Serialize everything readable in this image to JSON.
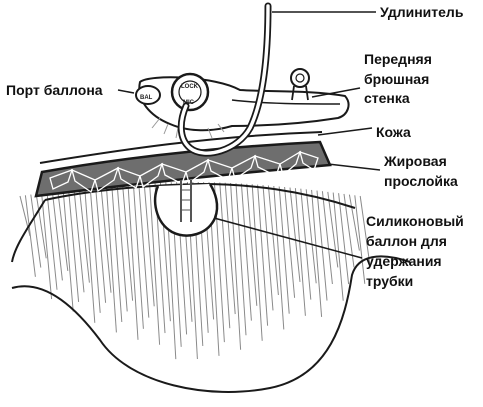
{
  "labels": {
    "extension": "Удлинитель",
    "balloon_port": "Порт баллона",
    "abdominal_wall": [
      "Передняя",
      "брюшная",
      "стенка"
    ],
    "skin": "Кожа",
    "fat_layer": [
      "Жировая",
      "прослойка"
    ],
    "silicone_balloon": [
      "Силиконовый",
      "баллон для",
      "удержания",
      "трубки"
    ]
  },
  "device_text": {
    "bal": "BAL",
    "lock": "LOCK",
    "mic": "MIC"
  },
  "colors": {
    "ink": "#1a1a1a",
    "fat_fill": "#6e6e6e",
    "hatch": "#8a8a8a"
  }
}
